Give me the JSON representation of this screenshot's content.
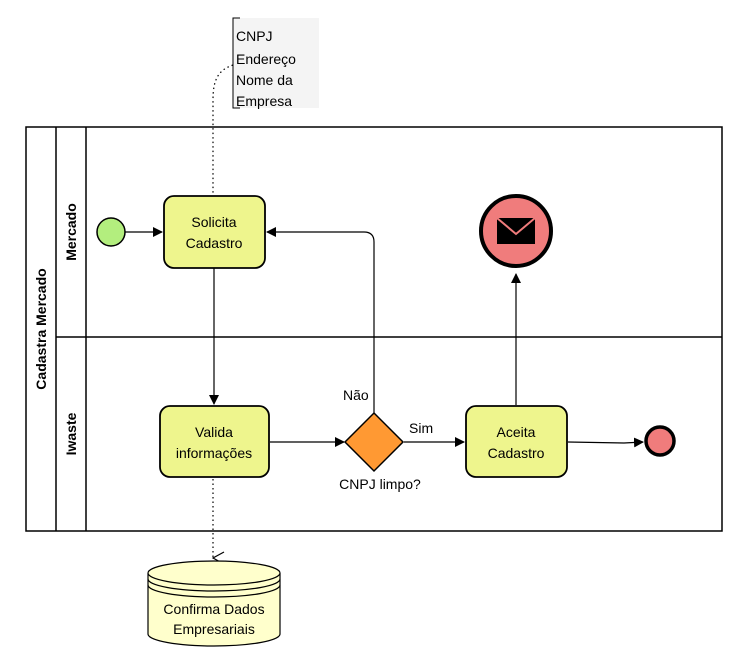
{
  "pool": {
    "title": "Cadastra Mercado"
  },
  "lanes": {
    "top": "Mercado",
    "bottom": "Iwaste"
  },
  "annotation": {
    "lines": [
      "CNPJ",
      "Endereço",
      "Nome da",
      "Empresa"
    ]
  },
  "tasks": {
    "solicita": [
      "Solicita",
      "Cadastro"
    ],
    "valida": [
      "Valida",
      "informações"
    ],
    "aceita": [
      "Aceita",
      "Cadastro"
    ]
  },
  "gateway": {
    "label": "CNPJ limpo?",
    "yes": "Sim",
    "no": "Não"
  },
  "datastore": {
    "lines": [
      "Confirma Dados",
      "Empresariais"
    ]
  },
  "icons": {
    "start": "start-event-icon",
    "message": "envelope-icon",
    "end": "end-event-icon"
  },
  "colors": {
    "task_fill": "#eef58d",
    "gateway_fill": "#ff9933",
    "start_fill": "#b3ee7e",
    "end_fill": "#f07c7c",
    "datastore_fill": "#ffffcc"
  }
}
